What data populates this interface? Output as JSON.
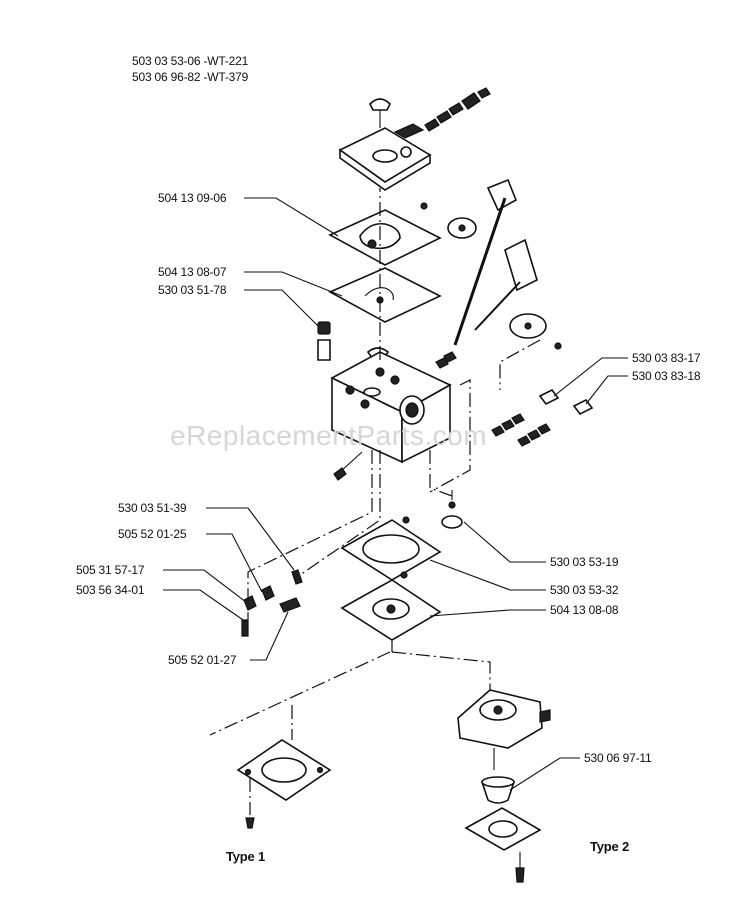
{
  "header": {
    "line1": "503 03 53-06 -WT-221",
    "line2": "503 06 96-82 -WT-379"
  },
  "watermark": "eReplacementParts.com",
  "parts": [
    {
      "key": "p1",
      "number": "504 13 09-06"
    },
    {
      "key": "p2",
      "number": "504 13 08-07"
    },
    {
      "key": "p3",
      "number": "530 03 51-78"
    },
    {
      "key": "p4",
      "number": "530 03 83-17"
    },
    {
      "key": "p5",
      "number": "530 03 83-18"
    },
    {
      "key": "p6",
      "number": "530 03 51-39"
    },
    {
      "key": "p7",
      "number": "505 52 01-25"
    },
    {
      "key": "p8",
      "number": "505 31 57-17"
    },
    {
      "key": "p9",
      "number": "503 56 34-01"
    },
    {
      "key": "p10",
      "number": "530 03 53-19"
    },
    {
      "key": "p11",
      "number": "530 03 53-32"
    },
    {
      "key": "p12",
      "number": "504 13 08-08"
    },
    {
      "key": "p13",
      "number": "505 52 01-27"
    },
    {
      "key": "p14",
      "number": "530 06 97-11"
    }
  ],
  "types": {
    "type1": "Type 1",
    "type2": "Type 2"
  }
}
